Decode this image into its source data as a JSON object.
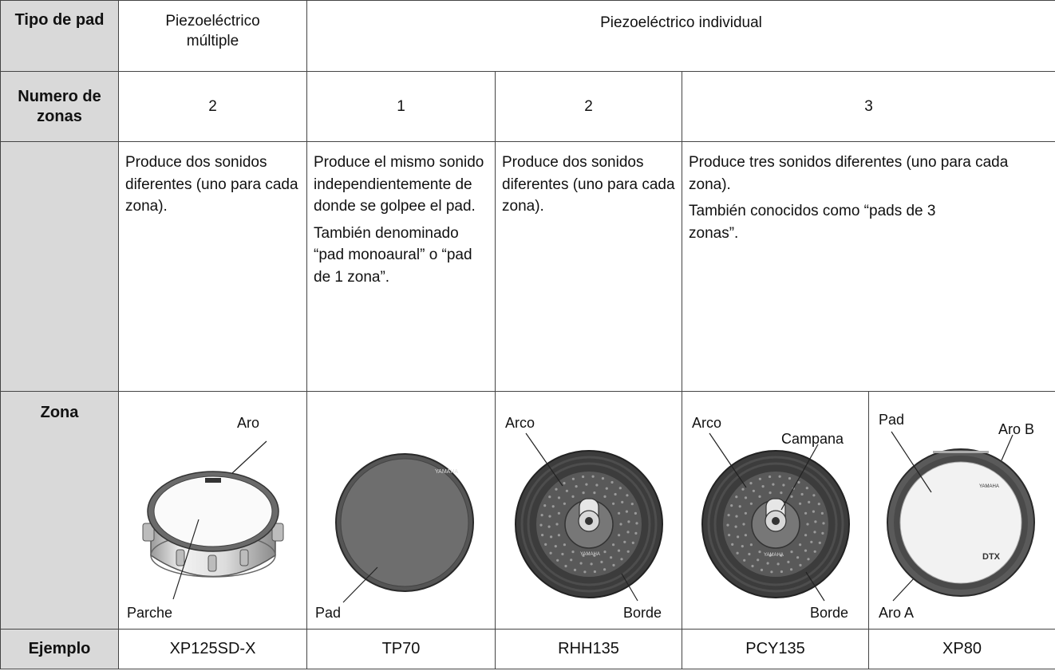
{
  "headers": {
    "pad_type": "Tipo de pad",
    "zones": "Numero de zonas",
    "zone": "Zona",
    "example": "Ejemplo"
  },
  "pad_types": {
    "multi": "Piezoeléctrico múltiple",
    "single": "Piezoeléctrico individual"
  },
  "zone_counts": [
    "2",
    "1",
    "2",
    "3"
  ],
  "descriptions": {
    "multi": [
      "Produce dos sonidos diferentes (uno para cada zona)."
    ],
    "one": [
      "Produce el mismo sonido independientemente de donde se golpee el pad.",
      "También denominado “pad monoaural” o “pad de 1 zona”."
    ],
    "two": [
      "Produce dos sonidos diferentes (uno para cada zona)."
    ],
    "three": [
      "Produce tres sonidos diferentes (uno para cada zona).",
      "También conocidos como “pads de 3 zonas”."
    ]
  },
  "zone_labels": {
    "snare": {
      "rim": "Aro",
      "head": "Parche"
    },
    "tp70": {
      "pad": "Pad"
    },
    "rhh": {
      "arco": "Arco",
      "borde": "Borde"
    },
    "pcy": {
      "arco": "Arco",
      "campana": "Campana",
      "borde": "Borde"
    },
    "xp80": {
      "pad": "Pad",
      "rim_b": "Aro B",
      "rim_a": "Aro A"
    }
  },
  "examples": [
    "XP125SD-X",
    "TP70",
    "RHH135",
    "PCY135",
    "XP80"
  ],
  "logos": {
    "yamaha": "YAMAHA",
    "dtx": "DTX"
  }
}
